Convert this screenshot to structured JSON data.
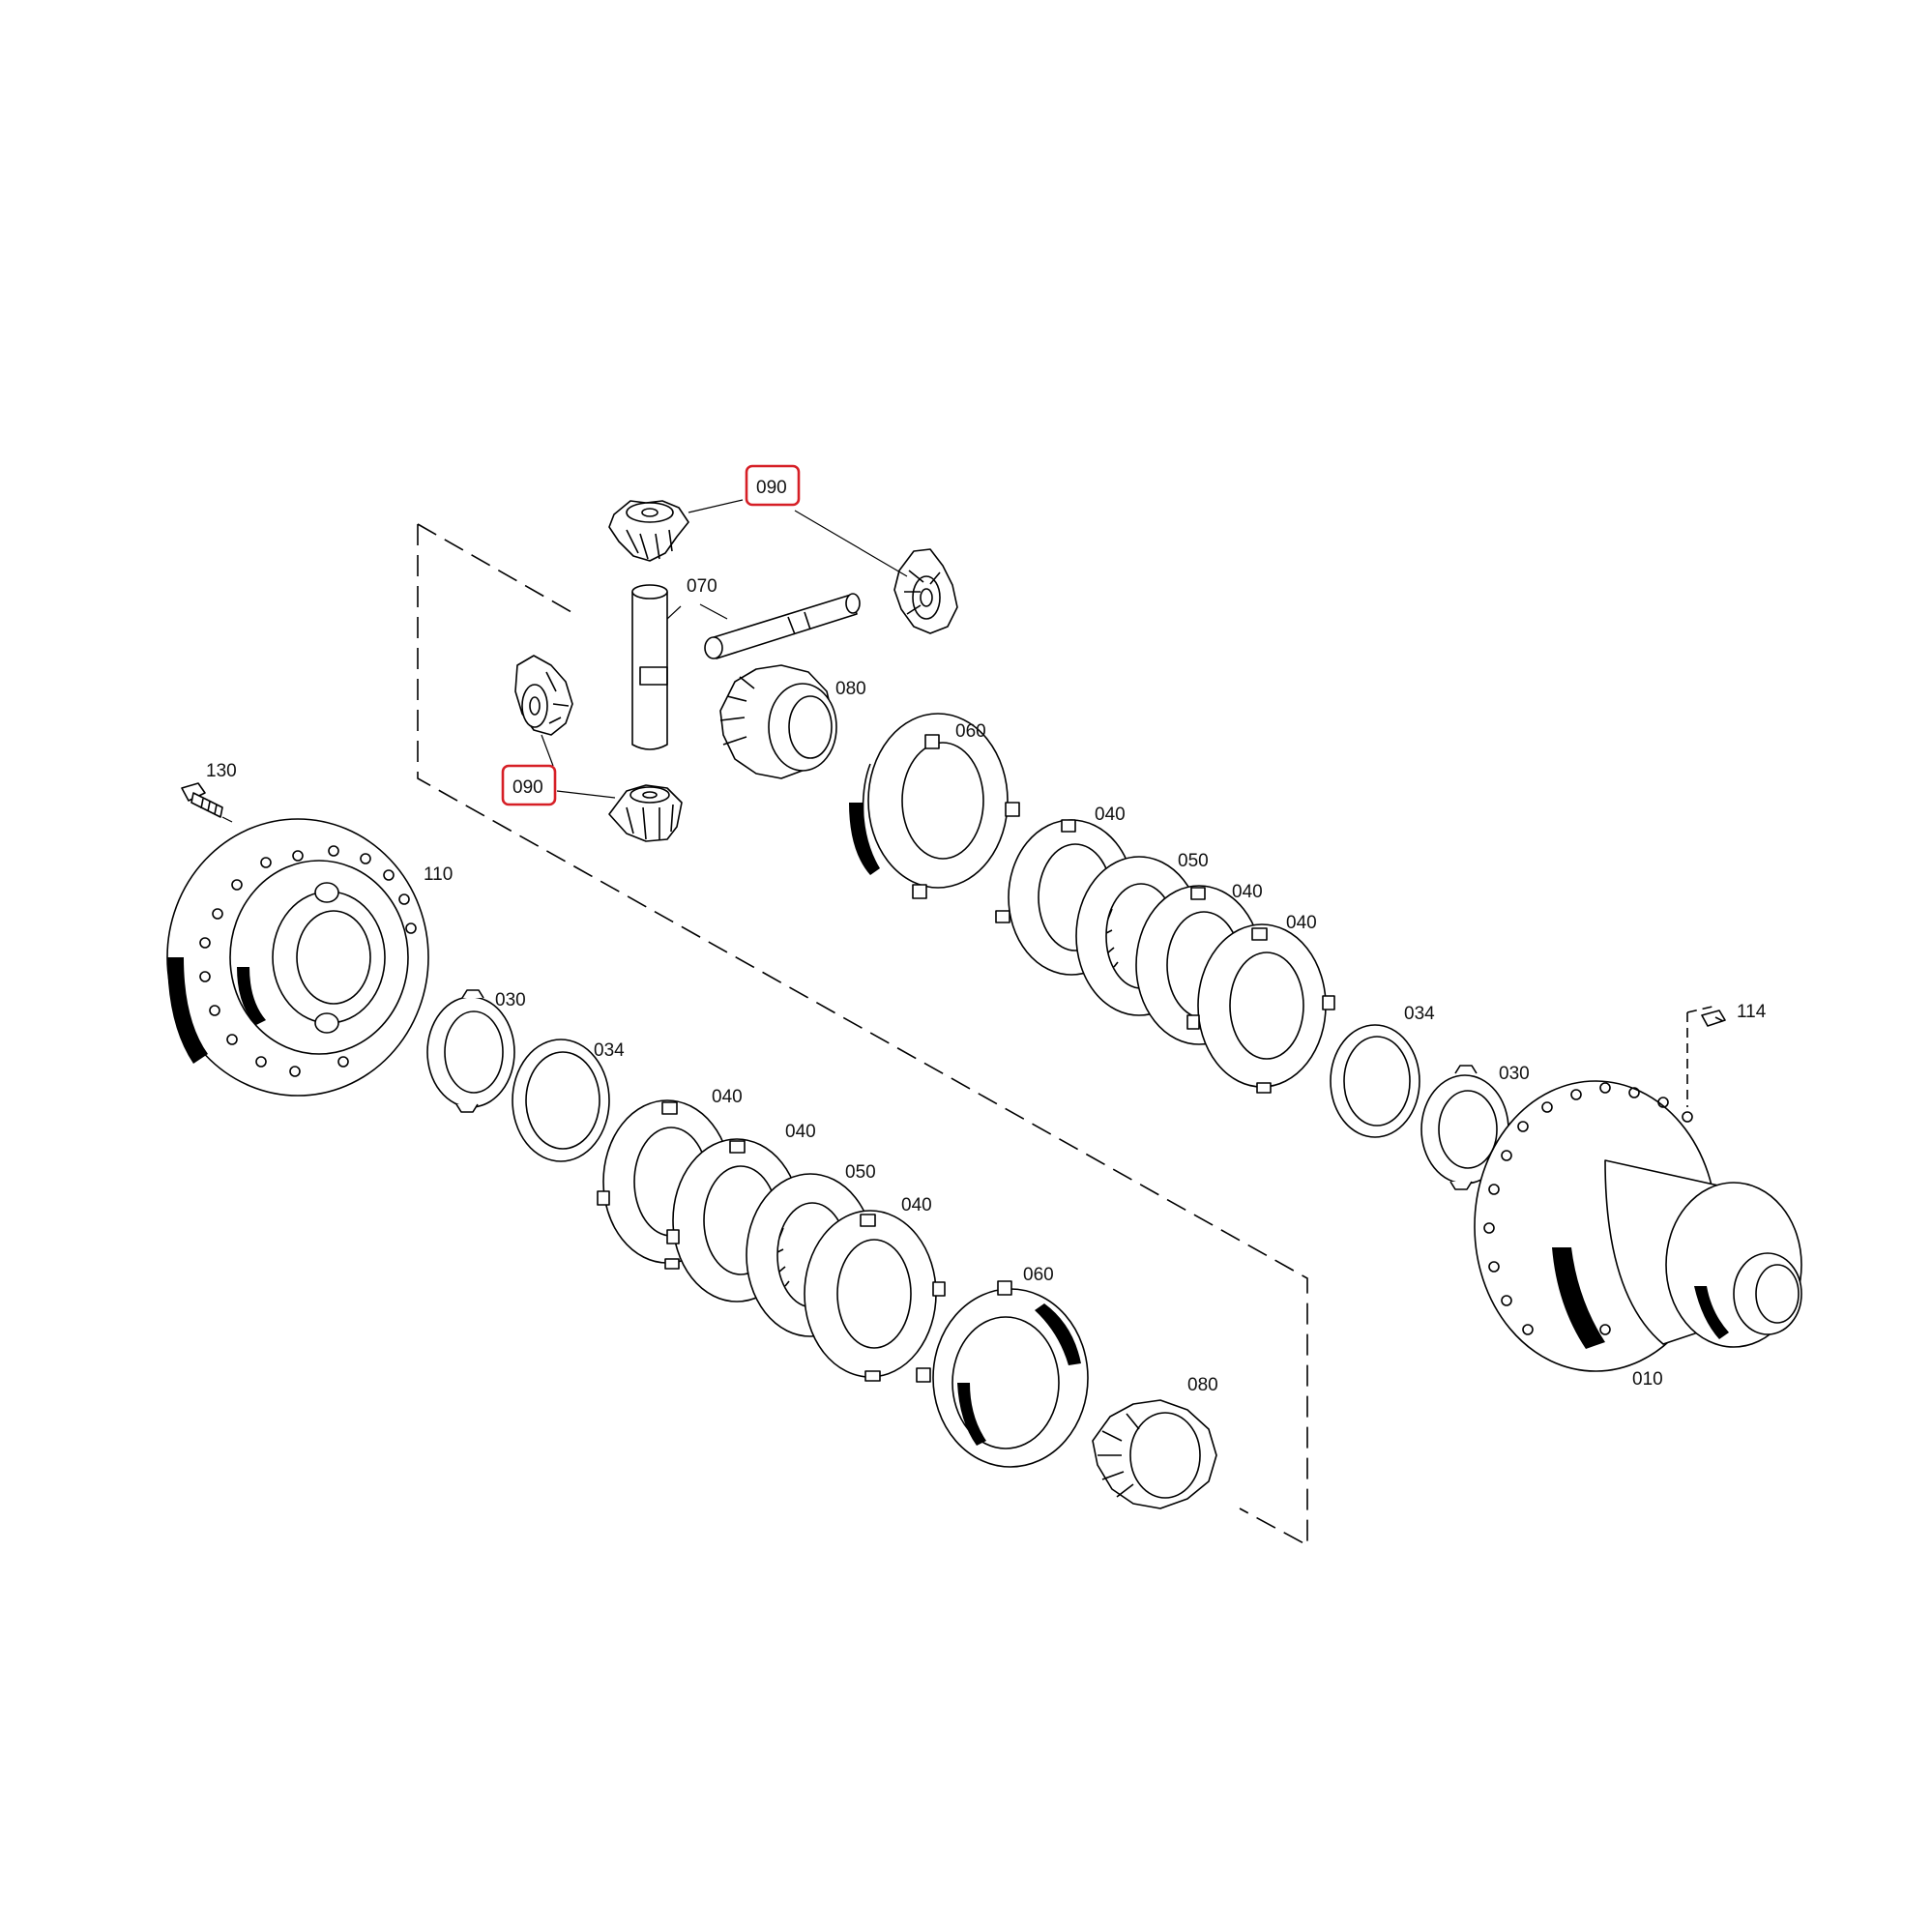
{
  "diagram": {
    "type": "exploded-parts-view",
    "highlight_color": "#d61f26",
    "part_labels": [
      {
        "id": "p090a",
        "text": "090",
        "highlighted": true
      },
      {
        "id": "p070",
        "text": "070",
        "highlighted": false
      },
      {
        "id": "p080a",
        "text": "080",
        "highlighted": false
      },
      {
        "id": "p060a",
        "text": "060",
        "highlighted": false
      },
      {
        "id": "p130",
        "text": "130",
        "highlighted": false
      },
      {
        "id": "p090b",
        "text": "090",
        "highlighted": true
      },
      {
        "id": "p110",
        "text": "110",
        "highlighted": false
      },
      {
        "id": "p040a",
        "text": "040",
        "highlighted": false
      },
      {
        "id": "p050a",
        "text": "050",
        "highlighted": false
      },
      {
        "id": "p040b",
        "text": "040",
        "highlighted": false
      },
      {
        "id": "p040c",
        "text": "040",
        "highlighted": false
      },
      {
        "id": "p030a",
        "text": "030",
        "highlighted": false
      },
      {
        "id": "p034a",
        "text": "034",
        "highlighted": false
      },
      {
        "id": "p034b",
        "text": "034",
        "highlighted": false
      },
      {
        "id": "p114",
        "text": "114",
        "highlighted": false
      },
      {
        "id": "p030b",
        "text": "030",
        "highlighted": false
      },
      {
        "id": "p040d",
        "text": "040",
        "highlighted": false
      },
      {
        "id": "p040e",
        "text": "040",
        "highlighted": false
      },
      {
        "id": "p050b",
        "text": "050",
        "highlighted": false
      },
      {
        "id": "p040f",
        "text": "040",
        "highlighted": false
      },
      {
        "id": "p060b",
        "text": "060",
        "highlighted": false
      },
      {
        "id": "p010",
        "text": "010",
        "highlighted": false
      },
      {
        "id": "p080b",
        "text": "080",
        "highlighted": false
      }
    ]
  }
}
